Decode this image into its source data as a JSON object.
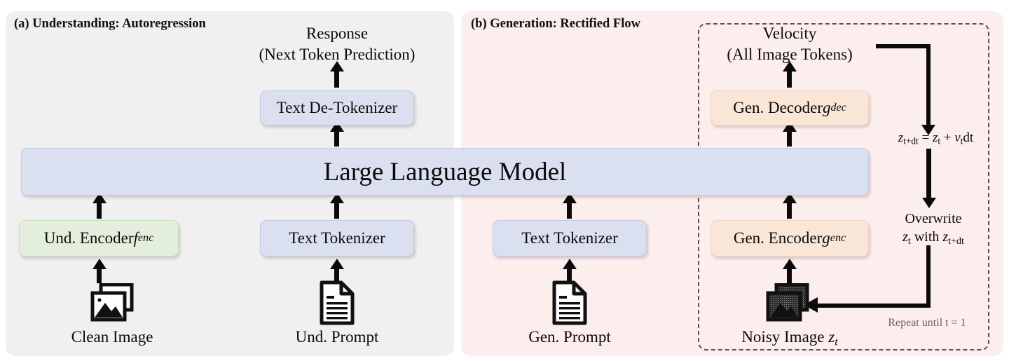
{
  "figure": {
    "panels": [
      {
        "id": "a",
        "title": "(a) Understanding: Autoregression",
        "background_color": "#f0f0f0"
      },
      {
        "id": "b",
        "title": "(b) Generation: Rectified Flow",
        "background_color": "#fdeeee"
      }
    ]
  },
  "left": {
    "response_label": "Response",
    "response_sublabel": "(Next Token Prediction)",
    "detokenizer_box": "Text De-Tokenizer",
    "und_encoder_box_prefix": "Und. Encoder ",
    "und_encoder_box_symbol": "f",
    "und_encoder_box_subscript": "enc",
    "tokenizer_box": "Text Tokenizer",
    "clean_image_label": "Clean Image",
    "und_prompt_label": "Und. Prompt",
    "image_icon": "image-stack-icon",
    "document_icon": "document-icon"
  },
  "center": {
    "llm_box": "Large Language Model",
    "llm_color": "#dbe0f0"
  },
  "right": {
    "velocity_label": "Velocity",
    "velocity_sublabel": "(All Image Tokens)",
    "gen_decoder_box_prefix": "Gen. Decoder ",
    "gen_decoder_box_symbol": "g",
    "gen_decoder_box_subscript": "dec",
    "gen_encoder_box_prefix": "Gen. Encoder ",
    "gen_encoder_box_symbol": "g",
    "gen_encoder_box_subscript": "enc",
    "tokenizer_box": "Text Tokenizer",
    "gen_prompt_label": "Gen. Prompt",
    "noisy_image_label_prefix": "Noisy Image ",
    "noisy_image_label_symbol": "z",
    "noisy_image_label_subscript": "t",
    "equation": "z_{t+dt} = z_t + v_t dt",
    "equation_parts": {
      "lhs_symbol": "z",
      "lhs_sub": "t+dt",
      "eq": " = ",
      "rhs_symbol1": "z",
      "rhs_sub1": "t",
      "plus": " + ",
      "rhs_symbol2": "v",
      "rhs_sub2": "t",
      "tail": "dt"
    },
    "overwrite_line1": "Overwrite",
    "overwrite_line2_prefix": "z",
    "overwrite_line2_sub1": "t",
    "overwrite_line2_mid": " with ",
    "overwrite_line2_symbol2": "z",
    "overwrite_line2_sub2": "t+dt",
    "repeat_note": "Repeat until t = 1",
    "noisy_image_icon": "noisy-image-stack-icon",
    "document_icon": "document-icon",
    "dashed_region": "rectified-flow-loop-region"
  },
  "colors": {
    "blue_box": "#dbe0f0",
    "green_box": "#e4eedc",
    "peach_box": "#f9e6d7",
    "panel_a_bg": "#f0f0f0",
    "panel_b_bg": "#fdeeee",
    "arrow": "#0a0a0a",
    "dashed_border": "#5a5050",
    "repeat_note_color": "#6d6363"
  }
}
